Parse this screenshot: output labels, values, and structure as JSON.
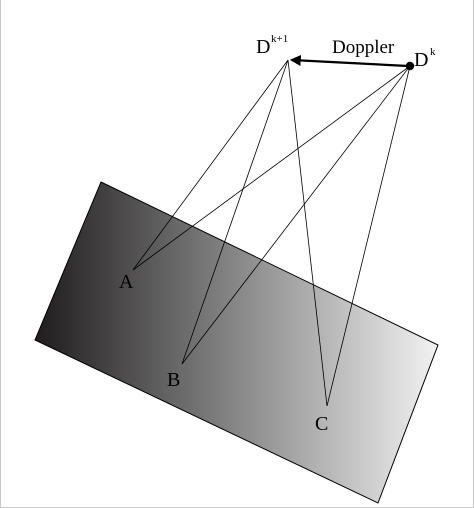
{
  "diagram": {
    "labels": {
      "satellite_current": "D",
      "satellite_current_sup": "k",
      "satellite_next": "D",
      "satellite_next_sup": "k+1",
      "doppler": "Doppler",
      "target_a": "A",
      "target_b": "B",
      "target_c": "C"
    },
    "colors": {
      "gradient_dark": "#1e1c1c",
      "gradient_light": "#f2f2f2",
      "line": "#000000"
    }
  }
}
